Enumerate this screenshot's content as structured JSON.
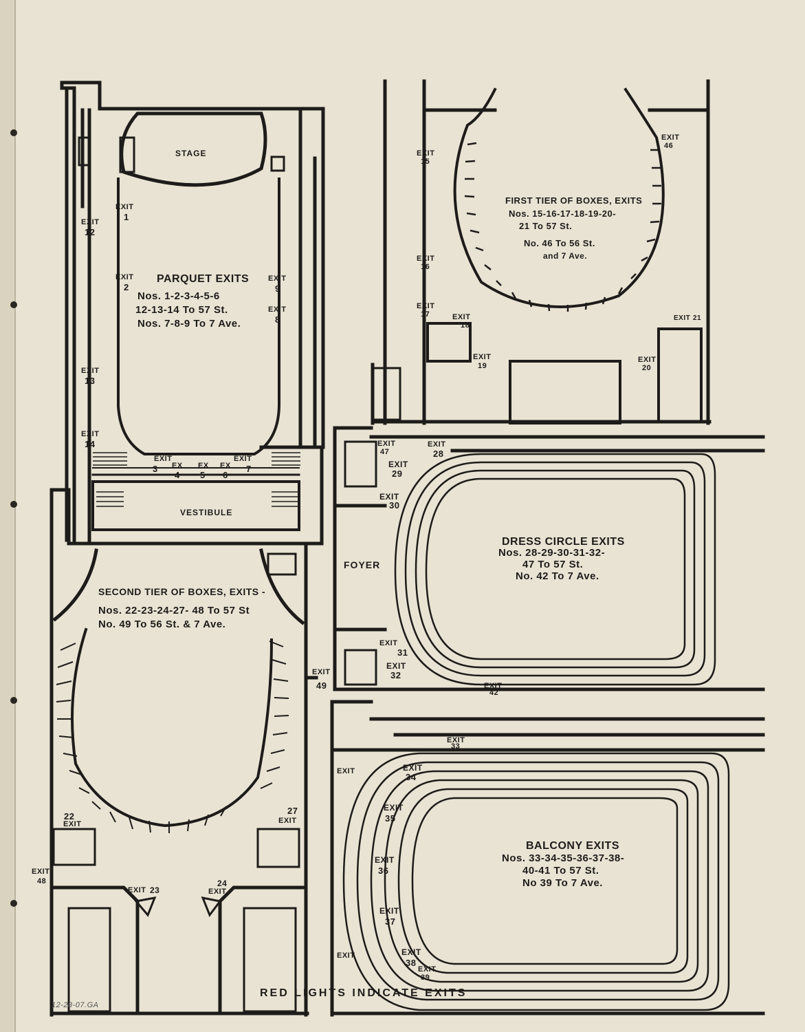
{
  "footer": "RED LIGHTS INDICATE EXITS",
  "handwritten_note": "12-28-07.GA",
  "rooms": {
    "stage": "STAGE",
    "vestibule": "VESTIBULE",
    "foyer": "FOYER"
  },
  "exit_word": "EXIT",
  "exit_short": "EX",
  "parquet": {
    "title": "PARQUET EXITS",
    "line1": "Nos. 1-2-3-4-5-6",
    "line2": "12-13-14 To 57 St.",
    "line3": "Nos. 7-8-9 To 7 Ave."
  },
  "first_tier": {
    "title": "FIRST TIER OF BOXES, EXITS",
    "line1": "Nos. 15-16-17-18-19-20-",
    "line2": "21 To 57 St.",
    "line3": "No. 46 To 56 St.",
    "line4": "and 7 Ave."
  },
  "dress_circle": {
    "title": "DRESS CIRCLE EXITS",
    "line1": "Nos. 28-29-30-31-32-",
    "line2": "47 To 57 St.",
    "line3": "No. 42 To 7 Ave."
  },
  "second_tier": {
    "title": "SECOND TIER OF BOXES, EXITS -",
    "line1": "Nos. 22-23-24-27- 48 To 57 St",
    "line2": "No. 49 To 56 St. & 7 Ave."
  },
  "balcony": {
    "title": "BALCONY EXITS",
    "line1": "Nos. 33-34-35-36-37-38-",
    "line2": "40-41 To 57 St.",
    "line3": "No 39 To 7 Ave."
  },
  "exits": {
    "e1": "1",
    "e2": "2",
    "e3": "3",
    "e4": "4",
    "e5": "5",
    "e6": "6",
    "e7": "7",
    "e8": "8",
    "e9": "9",
    "e12": "12",
    "e13": "13",
    "e14": "14",
    "e15": "15",
    "e16": "16",
    "e17": "17",
    "e18": "18",
    "e19": "19",
    "e20": "20",
    "e21": "21",
    "e22": "22",
    "e23": "23",
    "e24": "24",
    "e27": "27",
    "e28": "28",
    "e29": "29",
    "e30": "30",
    "e31": "31",
    "e32": "32",
    "e33": "33",
    "e34": "34",
    "e35": "35",
    "e36": "36",
    "e37": "37",
    "e38": "38",
    "e39": "39",
    "e42": "42",
    "e46": "46",
    "e47": "47",
    "e48": "48",
    "e49": "49"
  }
}
